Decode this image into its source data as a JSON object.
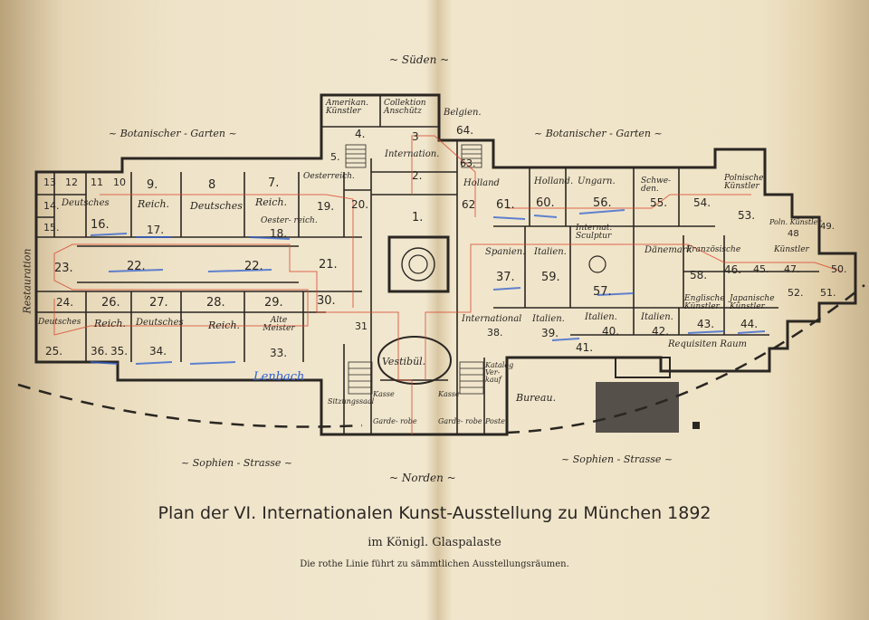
{
  "compass": {
    "south": "~ Süden ~",
    "north": "~ Norden ~"
  },
  "gardens": {
    "left": "~ Botanischer - Garten ~",
    "right": "~ Botanischer - Garten ~"
  },
  "streets": {
    "left": "~ Sophien - Strasse ~",
    "right": "~ Sophien - Strasse ~"
  },
  "side_label": "Restauration",
  "handwritten_note": "Lenbach",
  "rooms": {
    "r1": "1.",
    "r2": "2.",
    "r3": "3",
    "r4": "4.",
    "r5": "5.",
    "r7": "7.",
    "r8": "8",
    "r9": "9.",
    "r10": "10",
    "r11": "11",
    "r12": "12",
    "r13": "13",
    "r14": "14.",
    "r15": "15.",
    "r16": "16.",
    "r17": "17.",
    "r18": "18.",
    "r19": "19.",
    "r20": "20.",
    "r21": "21.",
    "r22": "22.",
    "r22b": "22.",
    "r23": "23.",
    "r24": "24.",
    "r25": "25.",
    "r26": "26.",
    "r27": "27.",
    "r28": "28.",
    "r29": "29.",
    "r30": "30.",
    "r31": "31",
    "r33": "33.",
    "r34": "34.",
    "r35": "35.",
    "r36": "36.",
    "r37": "37.",
    "r38": "38.",
    "r39": "39.",
    "r40": "40.",
    "r41": "41.",
    "r42": "42.",
    "r43": "43.",
    "r44": "44.",
    "r45": "45.",
    "r46": "46.",
    "r47": "47.",
    "r48": "48",
    "r49": "49.",
    "r50": "50.",
    "r51": "51.",
    "r52": "52.",
    "r53": "53.",
    "r54": "54.",
    "r55": "55.",
    "r56": "56.",
    "r57": "57.",
    "r58": "58.",
    "r59": "59.",
    "r60": "60.",
    "r61": "61.",
    "r62": "62",
    "r63": "63.",
    "r64": "64."
  },
  "room_names": {
    "amerikan": "Amerikan. Künstler",
    "collektion": "Collektion Anschütz",
    "belgien": "Belgien.",
    "international_top": "Internation.",
    "oesterreich_top": "Oesterreich.",
    "oesterreich_mid": "Oester- reich.",
    "deutsches_12": "Deutsches",
    "reich_9": "Reich.",
    "deutsches_8": "Deutsches",
    "reich_7": "Reich.",
    "deutsches_low": "Deutsches",
    "reich_36": "Reich.",
    "deutsches_34": "Deutsches",
    "reich_28": "Reich.",
    "alte_meister": "Alte Meister",
    "holland_62": "Holland",
    "holland_60": "Holland.",
    "ungarn": "Ungarn.",
    "schweden": "Schwe- den.",
    "polnische": "Polnische Künstler",
    "poln_kunst": "Poln. Künstler",
    "spanien": "Spanien.",
    "italien_39": "Italien.",
    "internat_sculptur": "Internat. Sculptur",
    "daenemark": "Dänemark",
    "franzoesische": "Französische",
    "kuenstler_right": "Künstler",
    "englische": "Englische Künstler",
    "japanische": "Japanische Künstler",
    "international_low": "International",
    "italien_low1": "Italien.",
    "italien_low2": "Italien.",
    "italien_low3": "Italien.",
    "requisiten": "Requisiten Raum",
    "vestibuel": "Vestibül.",
    "bureau": "Bureau.",
    "kasse_l": "Kasse",
    "kasse_r": "Kasse",
    "garderobe_l": "Garde- robe",
    "garderobe_r": "Garde- robe",
    "katalog": "Katalog Ver- kauf",
    "poste": "Poste",
    "sitzungssaal": "Sitzungssaal"
  },
  "title": {
    "main": "Plan der VI. Internationalen Kunst-Ausstellung zu München 1892",
    "sub": "im Königl. Glaspalaste",
    "note": "Die rothe Linie führt zu sämmtlichen Ausstellungsräumen."
  },
  "colors": {
    "paper": "#f1e7cf",
    "ink": "#2a2622",
    "route_red": "#d9482e",
    "annotation_blue": "#2f5fd0"
  }
}
